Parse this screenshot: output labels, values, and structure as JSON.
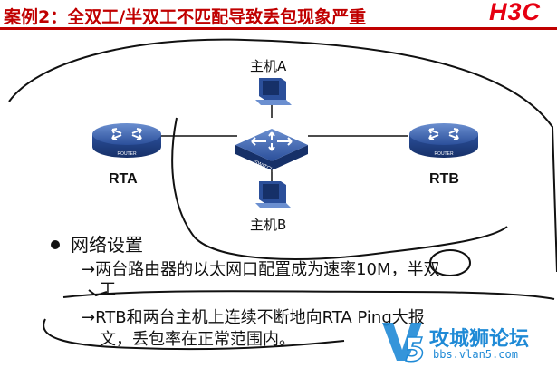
{
  "slide": {
    "title": "案例2：全双工/半双工不匹配导致丢包现象严重",
    "brand": "H3C"
  },
  "diagram": {
    "host_a_label": "主机A",
    "host_b_label": "主机B",
    "rta_label": "RTA",
    "rtb_label": "RTB",
    "switch_tag": "SWITCH",
    "router_tag": "ROUTER"
  },
  "notes": {
    "heading": "网络设置",
    "line1": "→两台路由器的以太网口配置成为速率10M，半双",
    "line1_cont": "工",
    "line2": "→RTB和两台主机上连续不断地向RTA Ping大报",
    "line2_cont": "文，丢包率在正常范围内。"
  },
  "watermark": {
    "text": "攻城狮论坛",
    "url": "bbs.vlan5.com"
  },
  "colors": {
    "title": "#c00000",
    "brand": "#e60012",
    "device": "#2f5597",
    "annotation": "#111111",
    "watermark": "#1f8ad6"
  }
}
